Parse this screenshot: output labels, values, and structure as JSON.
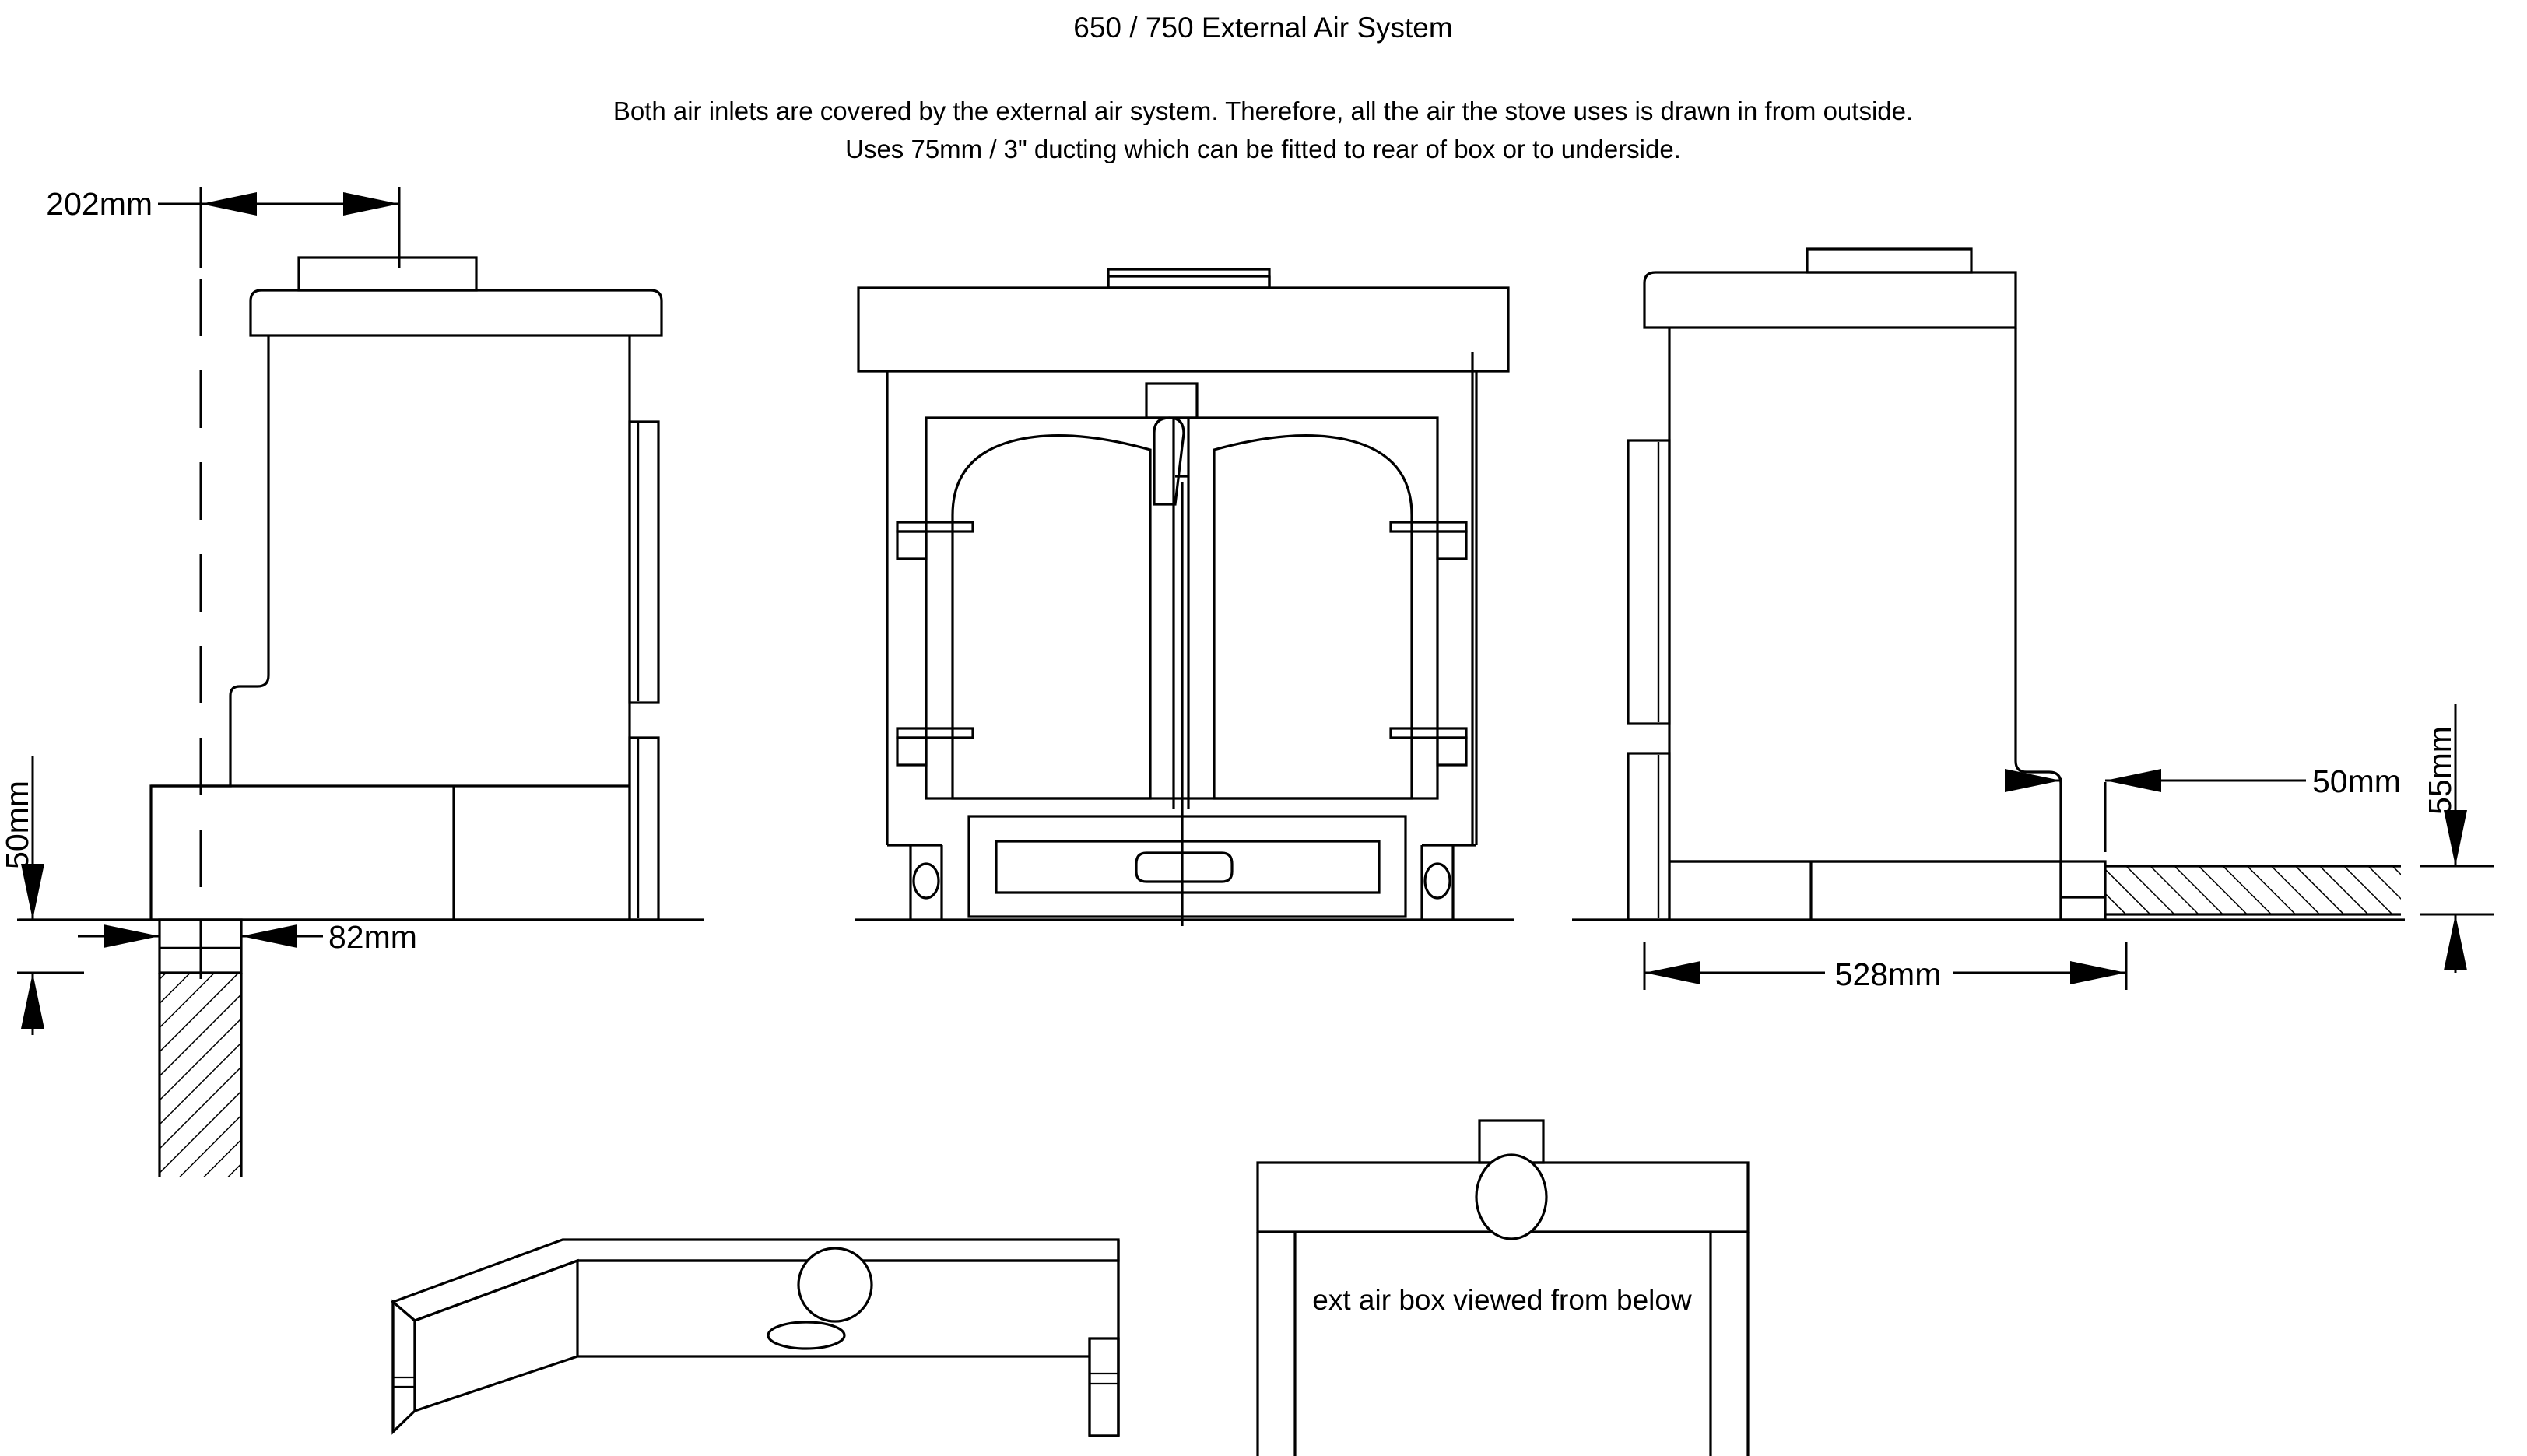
{
  "sheet": {
    "title": "650 / 750 External Air System",
    "notes": [
      "Both air inlets are covered by the external air system. Therefore, all the air the stove uses is drawn in from outside.",
      "Uses 75mm / 3\" ducting which can be fitted to rear of box or to underside."
    ],
    "stroke_color": "#000000",
    "background_color": "#ffffff"
  },
  "dimensions": {
    "d_202": "202mm",
    "d_50_left": "50mm",
    "d_82": "82mm",
    "d_50_right": "50mm",
    "d_55": "55mm",
    "d_528": "528mm"
  },
  "views": {
    "left_side": {
      "name": "left side elevation"
    },
    "front": {
      "name": "front elevation"
    },
    "right_side": {
      "name": "right side elevation"
    },
    "iso_box": {
      "name": "external air box isometric"
    },
    "below_box": {
      "name": "external air box plan from below",
      "caption": "ext air box viewed from below"
    }
  }
}
